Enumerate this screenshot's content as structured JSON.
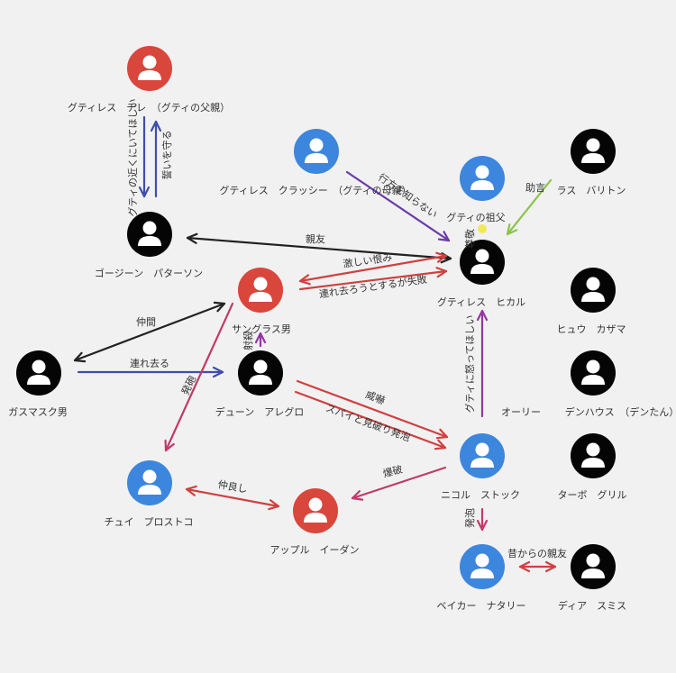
{
  "colors": {
    "red": "#d9463c",
    "blue": "#3d86dd",
    "black": "#050505",
    "navy": "#3f4eaa",
    "violet": "#6a3aa8",
    "crimson": "#d04040",
    "magenta": "#c03a6a",
    "purple": "#9633a8",
    "green": "#8bc34a",
    "dark": "#222222"
  },
  "nodes": [
    {
      "id": "gutiless_chire",
      "label": "グティレス　チレ　（グティの父親）",
      "color": "red"
    },
    {
      "id": "gozin",
      "label": "ゴージーン　パターソン",
      "color": "black"
    },
    {
      "id": "crassy",
      "label": "グティレス　クラッシー　（グティの母親）",
      "color": "blue"
    },
    {
      "id": "sofu",
      "label": "グティの祖父",
      "color": "blue"
    },
    {
      "id": "ras",
      "label": "ラス　バリトン",
      "color": "black"
    },
    {
      "id": "hikaru",
      "label": "グティレス　ヒカル",
      "color": "black"
    },
    {
      "id": "sunglass",
      "label": "サングラス男",
      "color": "red"
    },
    {
      "id": "gasmask",
      "label": "ガスマスク男",
      "color": "black"
    },
    {
      "id": "dune",
      "label": "デューン　アレグロ",
      "color": "black"
    },
    {
      "id": "hyu",
      "label": "ヒュウ　カザマ",
      "color": "black"
    },
    {
      "id": "dendy",
      "label": "デンハウス　（デンたん）",
      "color": "black"
    },
    {
      "id": "oly",
      "label": "オーリー",
      "color": "none"
    },
    {
      "id": "chui",
      "label": "チュイ　プロストコ",
      "color": "blue"
    },
    {
      "id": "apple",
      "label": "アップル　イーダン",
      "color": "red"
    },
    {
      "id": "nicole",
      "label": "ニコル　ストック",
      "color": "blue"
    },
    {
      "id": "turbo",
      "label": "ターボ　グリル",
      "color": "black"
    },
    {
      "id": "baker",
      "label": "ベイカー　ナタリー",
      "color": "blue"
    },
    {
      "id": "dia",
      "label": "ディア　スミス",
      "color": "black"
    }
  ],
  "edges": [
    {
      "label": "グティの近くにいてほしい",
      "color": "navy"
    },
    {
      "label": "誓いを守る",
      "color": "navy"
    },
    {
      "label": "親友",
      "color": "dark"
    },
    {
      "label": "行方を知らない",
      "color": "violet"
    },
    {
      "label": "助言",
      "color": "green"
    },
    {
      "label": "尊敬",
      "color": "green"
    },
    {
      "label": "激しい恨み",
      "color": "crimson"
    },
    {
      "label": "連れ去ろうとするが失敗",
      "color": "crimson"
    },
    {
      "label": "仲間",
      "color": "dark"
    },
    {
      "label": "連れ去る",
      "color": "navy"
    },
    {
      "label": "射殺",
      "color": "purple"
    },
    {
      "label": "発砲",
      "color": "magenta"
    },
    {
      "label": "グティに怒ってほしい",
      "color": "purple"
    },
    {
      "label": "威嚇",
      "color": "crimson"
    },
    {
      "label": "スパイと見破り発泡",
      "color": "crimson"
    },
    {
      "label": "爆破",
      "color": "magenta"
    },
    {
      "label": "仲良し",
      "color": "crimson"
    },
    {
      "label": "発泡",
      "color": "magenta"
    },
    {
      "label": "昔からの親友",
      "color": "crimson"
    }
  ]
}
